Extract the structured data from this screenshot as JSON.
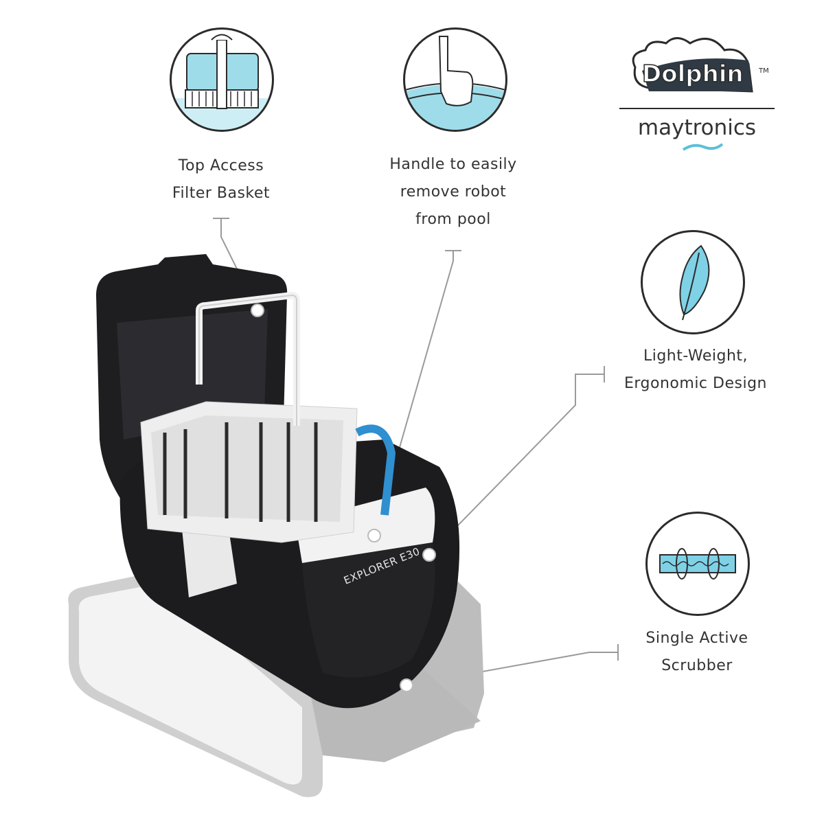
{
  "brand": {
    "logo_text": "Dolphin",
    "trademark": "TM",
    "maker": "maytronics"
  },
  "features": [
    {
      "icon": "filter-basket-icon",
      "lines": [
        "Top Access",
        "Filter Basket"
      ]
    },
    {
      "icon": "hand-handle-icon",
      "lines": [
        "Handle to easily",
        "remove robot",
        "from pool"
      ]
    },
    {
      "icon": "feather-icon",
      "lines": [
        "Light-Weight,",
        "Ergonomic Design"
      ]
    },
    {
      "icon": "scrubber-brush-icon",
      "lines": [
        "Single Active",
        "Scrubber"
      ]
    }
  ],
  "product": {
    "model_label": "EXPLORER E30"
  },
  "colors": {
    "accent_blue": "#8fd3e6",
    "robot_body": "#1c1c1e",
    "track_gray": "#c9c9c9",
    "callout_line": "#9a9a9a"
  }
}
